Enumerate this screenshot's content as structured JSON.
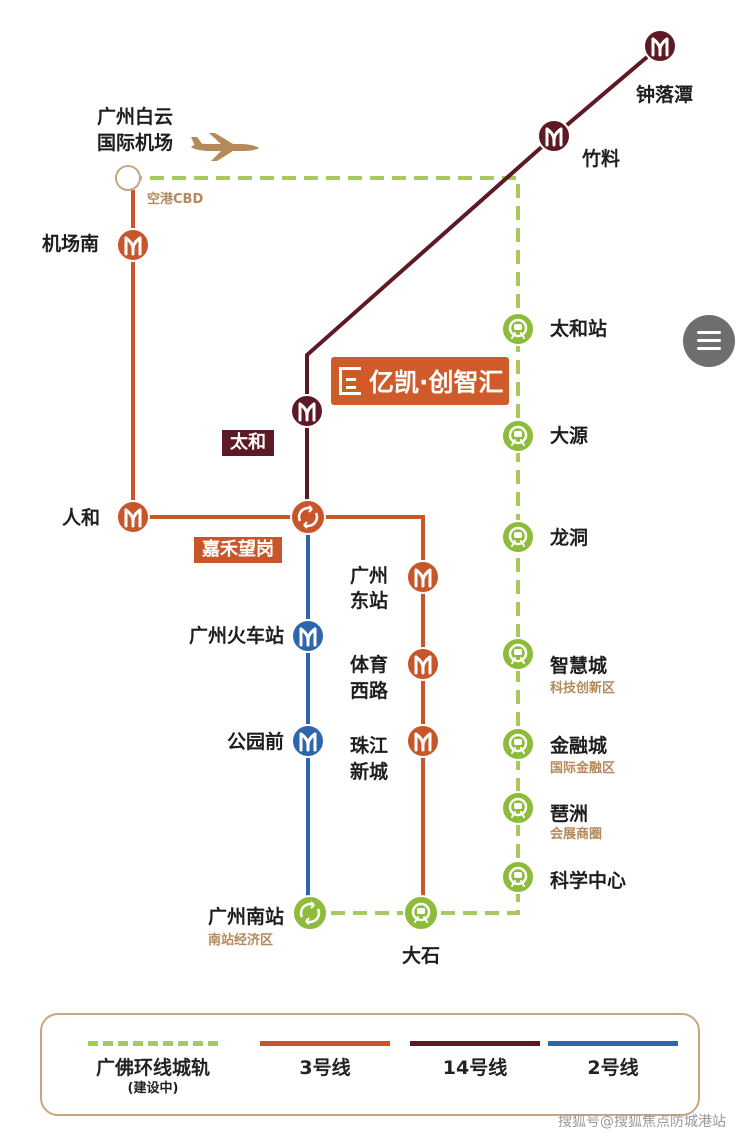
{
  "colors": {
    "line3": "#c7562b",
    "line14": "#5e1a24",
    "line2": "#2e66ad",
    "ring": "#8dbb3a",
    "ringDash": "#a8c95e"
  },
  "airport": {
    "label_line1": "广州白云",
    "label_line2": "国际机场",
    "sub": "空港CBD"
  },
  "brand": {
    "text": "亿凯·创智汇"
  },
  "stations": {
    "zhongluotan": "钟落潭",
    "zhuliao": "竹料",
    "jichangnan": "机场南",
    "taihezhan": "太和站",
    "taihe": "太和",
    "dayuan": "大源",
    "renhe": "人和",
    "jiahewanggang": "嘉禾望岗",
    "longdong": "龙洞",
    "guangzhoudongzhan_1": "广州",
    "guangzhoudongzhan_2": "东站",
    "guangzhouhuochezhan": "广州火车站",
    "tiyuxilu_1": "体育",
    "tiyuxilu_2": "西路",
    "zhihuicheng": "智慧城",
    "zhihuicheng_sub": "科技创新区",
    "gongyuanqian": "公园前",
    "zhujiangxincheng_1": "珠江",
    "zhujiangxincheng_2": "新城",
    "jinrongcheng": "金融城",
    "jinrongcheng_sub": "国际金融区",
    "pazhou": "琶洲",
    "pazhou_sub": "会展商圈",
    "kexuezhongxin": "科学中心",
    "guangzhounanzhan": "广州南站",
    "guangzhounanzhan_sub": "南站经济区",
    "dashi": "大石"
  },
  "legend": [
    {
      "label": "广佛环线城轨",
      "sub": "(建设中)",
      "color": "#a8c95e",
      "dashed": true
    },
    {
      "label": "3号线",
      "sub": "",
      "color": "#c7562b",
      "dashed": false
    },
    {
      "label": "14号线",
      "sub": "",
      "color": "#5e1a24",
      "dashed": false
    },
    {
      "label": "2号线",
      "sub": "",
      "color": "#2e66ad",
      "dashed": false
    }
  ],
  "watermark": "搜狐号@搜狐焦点防城港站",
  "icons": {
    "metro": "metro-logo-icon",
    "rail": "rail-logo-icon",
    "interchange": "interchange-icon",
    "plane": "plane-icon",
    "menu": "menu-icon"
  }
}
